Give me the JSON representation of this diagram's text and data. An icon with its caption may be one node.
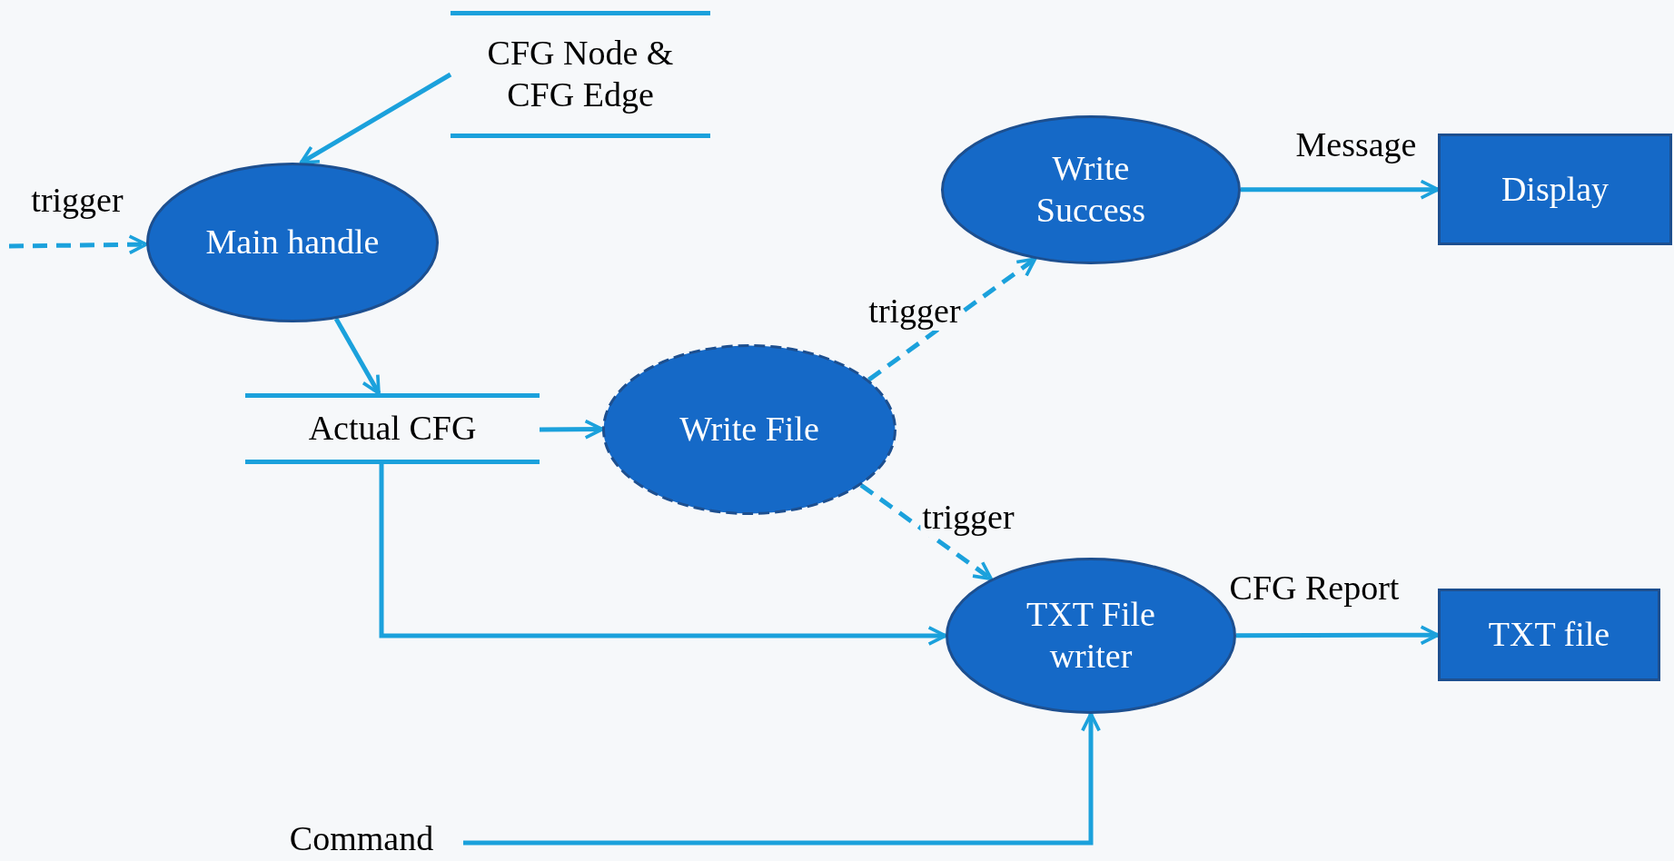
{
  "diagram": {
    "nodes": [
      {
        "text": [
          "CFG Node & CFG Edge"
        ]
      },
      {
        "text": [
          "Main handle"
        ]
      },
      {
        "text": [
          "Actual CFG"
        ]
      },
      {
        "text": [
          "Write File"
        ]
      },
      {
        "text": [
          "Write Success"
        ]
      },
      {
        "text": [
          "Display"
        ]
      },
      {
        "text": [
          "TXT File writer"
        ]
      },
      {
        "text": [
          "TXT file"
        ]
      },
      {
        "text": [
          "Command"
        ]
      }
    ],
    "edges": [
      {
        "from": null,
        "to": 1,
        "arrow": "to",
        "style": "dashed",
        "label": "trigger"
      },
      {
        "from": 0,
        "to": 1,
        "arrow": "to"
      },
      {
        "from": 1,
        "to": 2,
        "arrow": "to"
      },
      {
        "from": 2,
        "to": 3,
        "arrow": "to"
      },
      {
        "from": 3,
        "to": 4,
        "arrow": "to",
        "style": "dashed",
        "label": "trigger"
      },
      {
        "from": 3,
        "to": 6,
        "arrow": "to",
        "style": "dashed",
        "label": "trigger"
      },
      {
        "from": 4,
        "to": 5,
        "arrow": "to",
        "label": "Message"
      },
      {
        "from": 6,
        "to": 7,
        "arrow": "to",
        "label": "CFG Report"
      },
      {
        "from": 2,
        "to": 6,
        "arrow": "to"
      },
      {
        "from": 8,
        "to": 6,
        "arrow": "to"
      }
    ]
  }
}
